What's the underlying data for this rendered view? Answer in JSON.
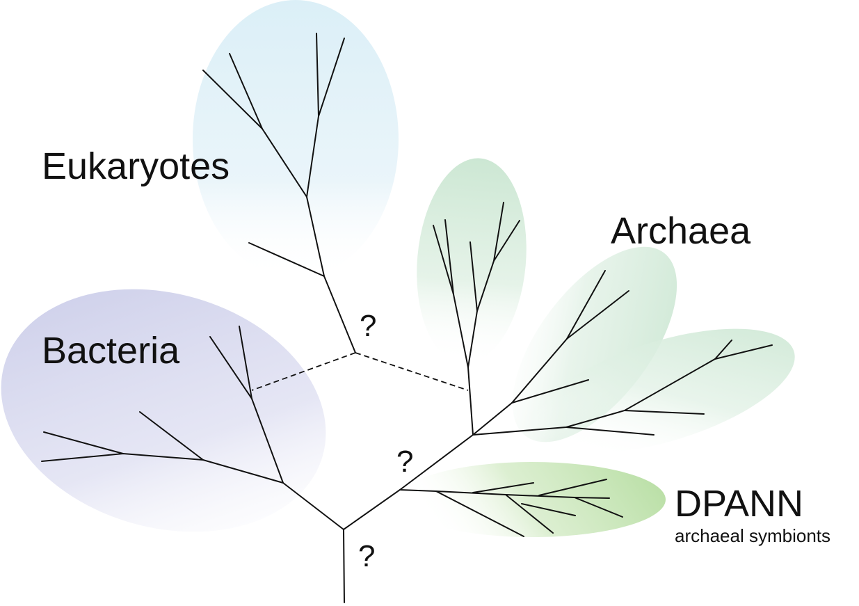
{
  "groups": {
    "eukaryotes": {
      "label": "Eukaryotes",
      "color": "#dbeff7"
    },
    "bacteria": {
      "label": "Bacteria",
      "color": "#c9cbe8"
    },
    "archaea": {
      "label": "Archaea",
      "color": "#cce7d3"
    },
    "dpann": {
      "label": "DPANN",
      "sublabel": "archaeal symbionts",
      "color": "#b5dda0"
    }
  },
  "uncertainty_marks": [
    "?",
    "?",
    "?"
  ]
}
